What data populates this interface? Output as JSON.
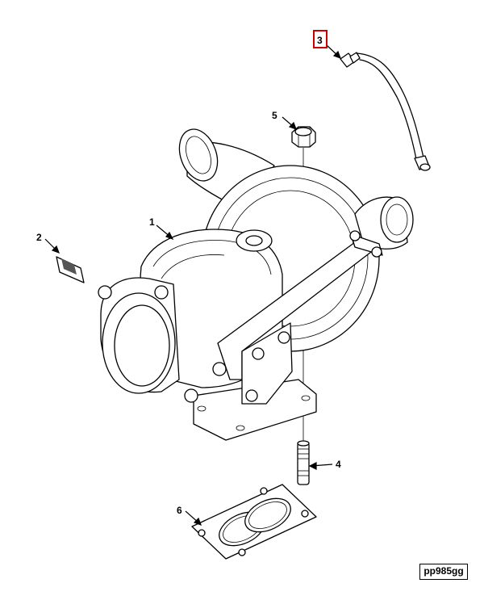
{
  "callouts": {
    "part_1": "1",
    "part_2": "2",
    "part_3": "3",
    "part_4": "4",
    "part_5": "5",
    "part_6": "6"
  },
  "highlight": {
    "callout": "3",
    "color": "#cc0000"
  },
  "figure_id": "pp985gg"
}
